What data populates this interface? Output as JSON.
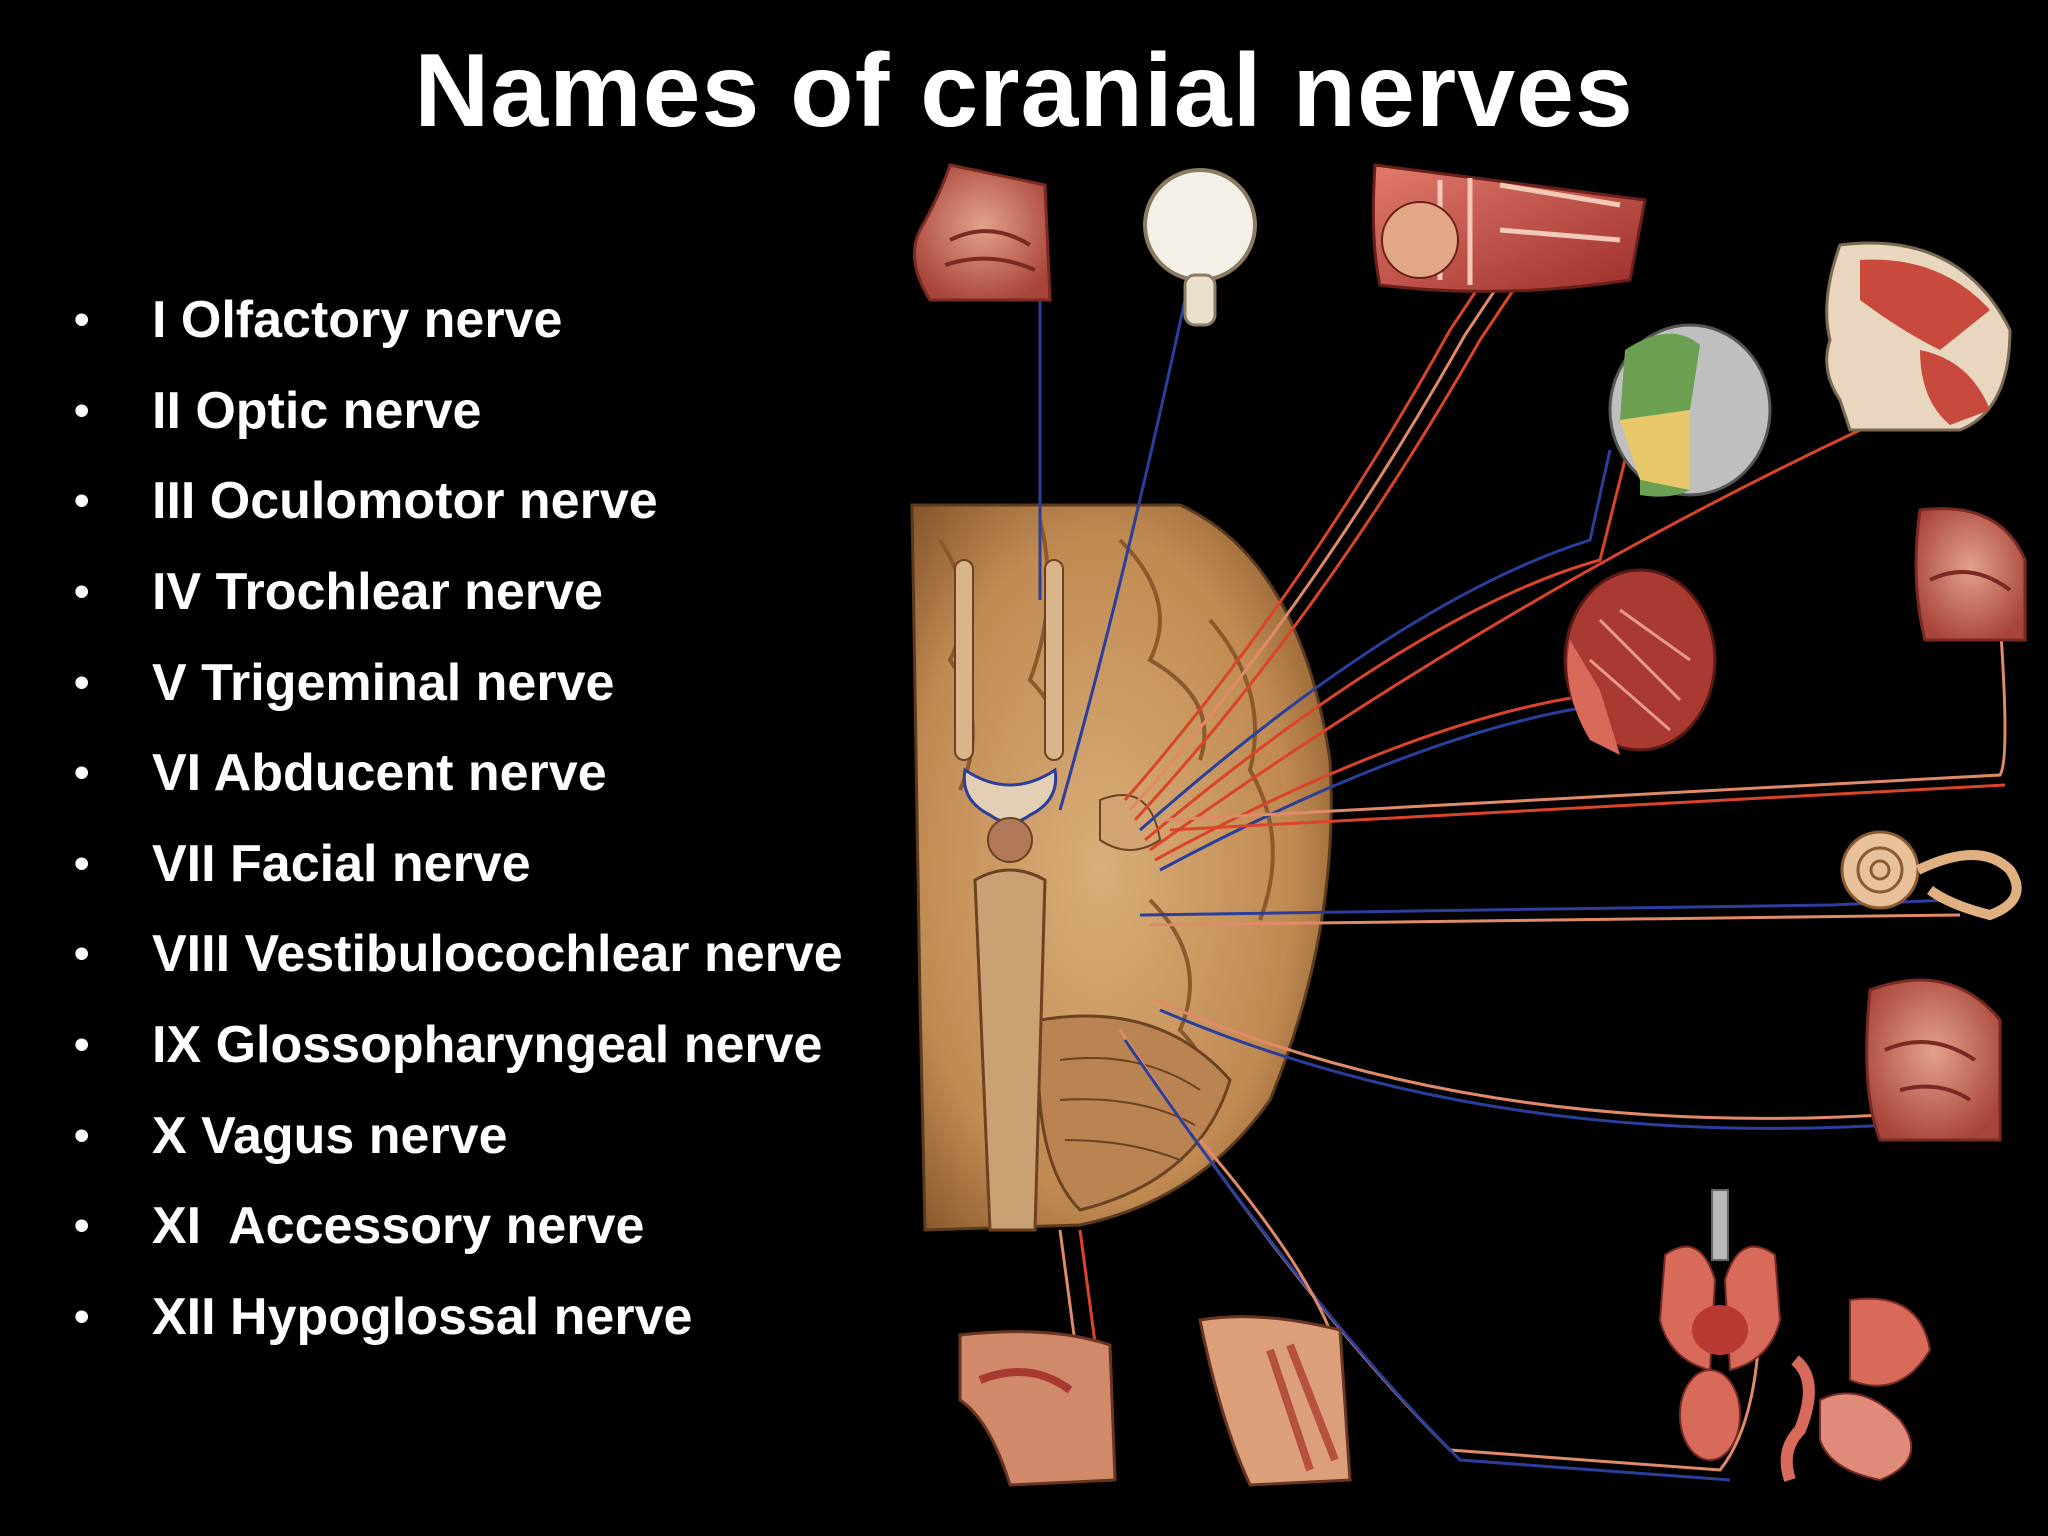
{
  "slide": {
    "title": "Names of cranial nerves",
    "bullet_symbol": "•",
    "nerves": [
      {
        "label": "I Olfactory nerve"
      },
      {
        "label": "II Optic nerve"
      },
      {
        "label": "III Oculomotor nerve"
      },
      {
        "label": "IV Trochlear nerve"
      },
      {
        "label": "V Trigeminal nerve"
      },
      {
        "label": "VI Abducent nerve"
      },
      {
        "label": "VII Facial nerve"
      },
      {
        "label": "VIII Vestibulocochlear nerve"
      },
      {
        "label": "IX Glossopharyngeal nerve"
      },
      {
        "label": "X Vagus nerve"
      },
      {
        "label": "XI  Accessory nerve"
      },
      {
        "label": "XII Hypoglossal nerve"
      }
    ],
    "colors": {
      "background": "#000000",
      "text": "#ffffff",
      "brain": "#c99a62",
      "sensory_fiber": "#2a3f9c",
      "motor_fiber": "#d9442b",
      "tissue": "#d0605a"
    }
  }
}
